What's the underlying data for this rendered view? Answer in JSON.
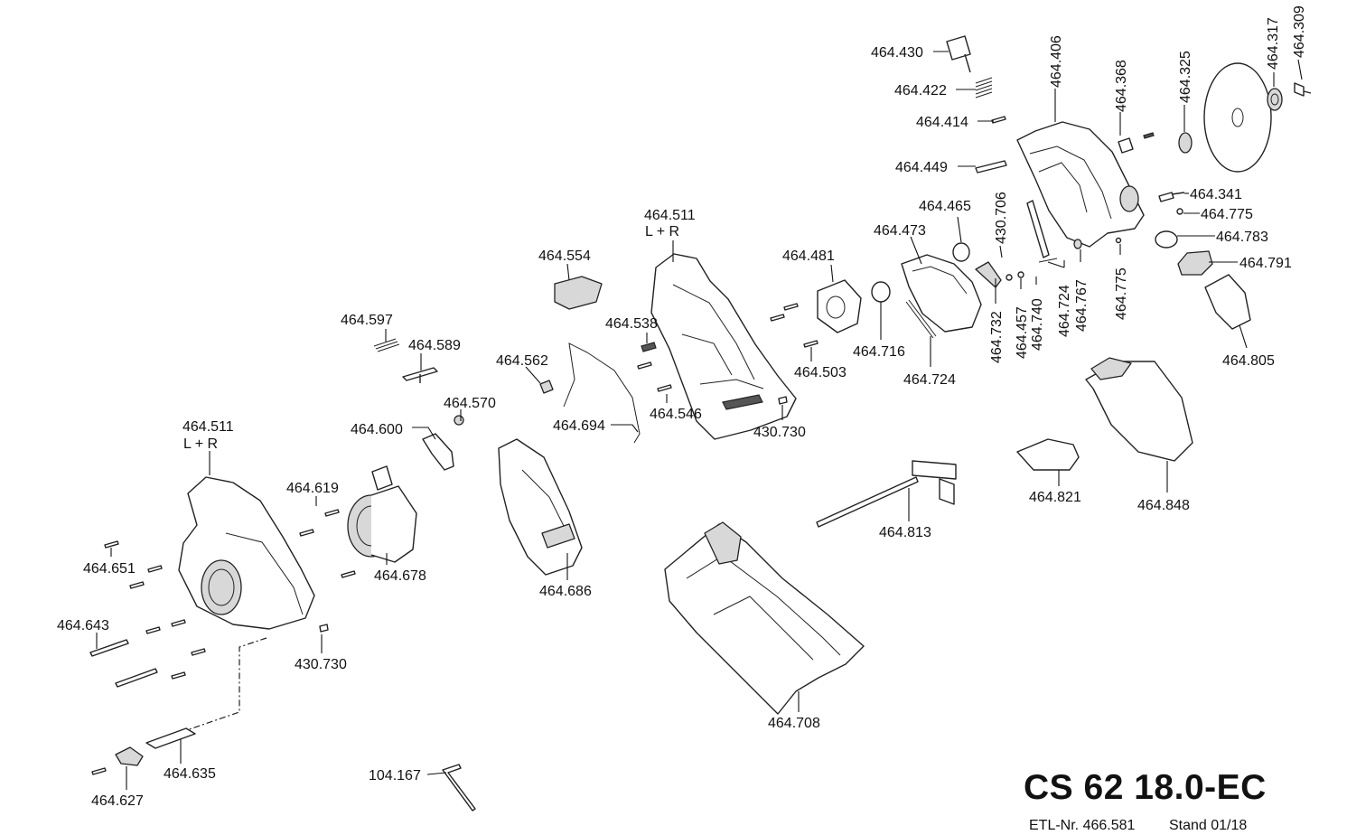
{
  "title": "CS 62 18.0-EC",
  "etl": "ETL-Nr. 466.581",
  "stand": "Stand 01/18",
  "parts": [
    {
      "id": "p1",
      "label": "464.430"
    },
    {
      "id": "p2",
      "label": "464.422"
    },
    {
      "id": "p3",
      "label": "464.414"
    },
    {
      "id": "p4",
      "label": "464.449"
    },
    {
      "id": "p5",
      "label": "464.406"
    },
    {
      "id": "p6",
      "label": "464.368"
    },
    {
      "id": "p7",
      "label": "464.325"
    },
    {
      "id": "p8",
      "label": "464.317"
    },
    {
      "id": "p9",
      "label": "464.309"
    },
    {
      "id": "p10",
      "label": "464.341"
    },
    {
      "id": "p11",
      "label": "464.775"
    },
    {
      "id": "p12",
      "label": "464.783"
    },
    {
      "id": "p13",
      "label": "464.791"
    },
    {
      "id": "p14",
      "label": "464.805"
    },
    {
      "id": "p15",
      "label": "464.465"
    },
    {
      "id": "p16",
      "label": "430.706"
    },
    {
      "id": "p17",
      "label": "464.473"
    },
    {
      "id": "p18",
      "label": "464.481"
    },
    {
      "id": "p19",
      "label": "464.716"
    },
    {
      "id": "p20",
      "label": "464.724"
    },
    {
      "id": "p21",
      "label": "464.732"
    },
    {
      "id": "p22",
      "label": "464.457"
    },
    {
      "id": "p23",
      "label": "464.740"
    },
    {
      "id": "p24",
      "label": "464.724"
    },
    {
      "id": "p25",
      "label": "464.767"
    },
    {
      "id": "p26",
      "label": "464.775"
    },
    {
      "id": "p27",
      "label": "464.503"
    },
    {
      "id": "p28",
      "label": "430.730"
    },
    {
      "id": "p29",
      "label": "464.511",
      "sub": "L + R"
    },
    {
      "id": "p30",
      "label": "464.554"
    },
    {
      "id": "p31",
      "label": "464.538"
    },
    {
      "id": "p32",
      "label": "464.546"
    },
    {
      "id": "p33",
      "label": "464.562"
    },
    {
      "id": "p34",
      "label": "464.694"
    },
    {
      "id": "p35",
      "label": "464.597"
    },
    {
      "id": "p36",
      "label": "464.589"
    },
    {
      "id": "p37",
      "label": "464.570"
    },
    {
      "id": "p38",
      "label": "464.600"
    },
    {
      "id": "p39",
      "label": "464.511",
      "sub": "L + R"
    },
    {
      "id": "p40",
      "label": "464.619"
    },
    {
      "id": "p41",
      "label": "464.678"
    },
    {
      "id": "p42",
      "label": "464.686"
    },
    {
      "id": "p43",
      "label": "464.651"
    },
    {
      "id": "p44",
      "label": "464.643"
    },
    {
      "id": "p45",
      "label": "430.730"
    },
    {
      "id": "p46",
      "label": "464.635"
    },
    {
      "id": "p47",
      "label": "464.627"
    },
    {
      "id": "p48",
      "label": "104.167"
    },
    {
      "id": "p49",
      "label": "464.708"
    },
    {
      "id": "p50",
      "label": "464.813"
    },
    {
      "id": "p51",
      "label": "464.821"
    },
    {
      "id": "p52",
      "label": "464.848"
    }
  ]
}
